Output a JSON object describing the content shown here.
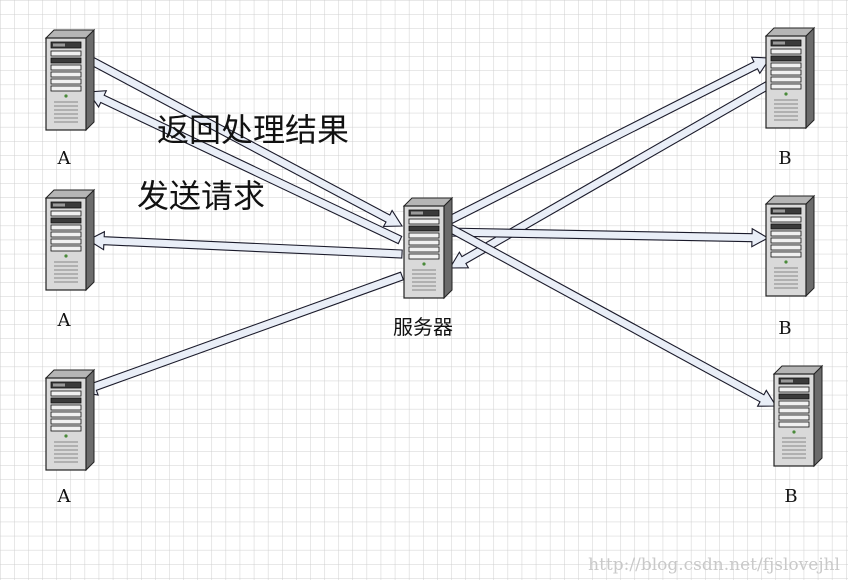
{
  "nodes": {
    "a1": {
      "label": "A"
    },
    "a2": {
      "label": "A"
    },
    "a3": {
      "label": "A"
    },
    "b1": {
      "label": "B"
    },
    "b2": {
      "label": "B"
    },
    "b3": {
      "label": "B"
    },
    "server": {
      "label": "服务器"
    }
  },
  "messages": {
    "return_result": "返回处理结果",
    "send_request": "发送请求"
  },
  "watermark": "http://blog.csdn.net/fjslovejhl",
  "colors": {
    "grid": "#cfcfcf",
    "arrow_fill": "#e9eef7",
    "arrow_stroke": "#1a1a2a"
  }
}
